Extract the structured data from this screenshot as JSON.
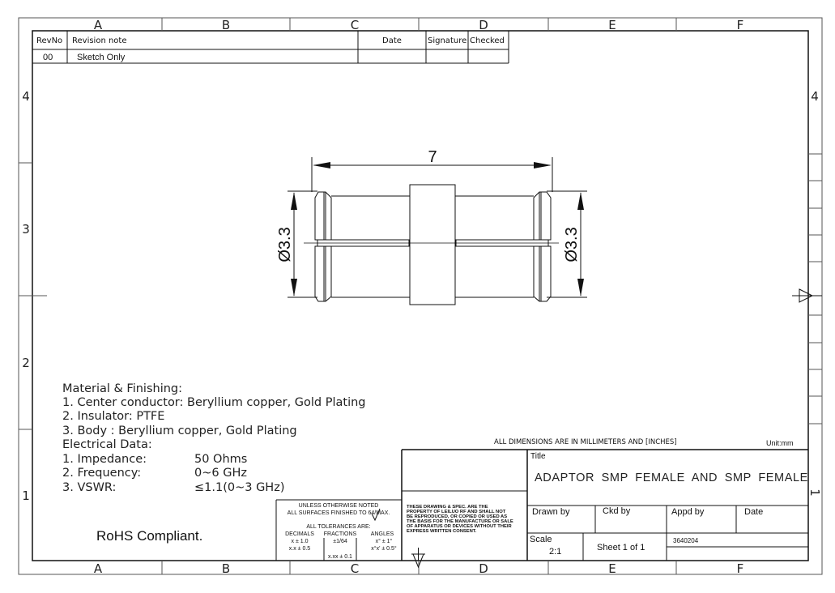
{
  "zones": {
    "columns": [
      "A",
      "B",
      "C",
      "D",
      "E",
      "F"
    ],
    "rows": [
      "4",
      "3",
      "2",
      "1"
    ]
  },
  "revision_table": {
    "headers": [
      "RevNo",
      "Revision note",
      "Date",
      "Signature",
      "Checked"
    ],
    "rows": [
      {
        "rev": "00",
        "note": "Sketch Only",
        "date": "",
        "signature": "",
        "checked": ""
      }
    ]
  },
  "drawing": {
    "length_dim": "7",
    "left_dia_dim": "Ø3.3",
    "right_dia_dim": "Ø3.3"
  },
  "notes": {
    "material_heading": "Material & Finishing:",
    "material_items": [
      "1. Center conductor: Beryllium copper, Gold Plating",
      "2. Insulator: PTFE",
      "3. Body : Beryllium copper, Gold Plating"
    ],
    "electrical_heading": "Electrical Data:",
    "electrical_items": [
      {
        "label": "1. Impedance:",
        "value": "50 Ohms"
      },
      {
        "label": "2. Frequency:",
        "value": "0~6 GHz"
      },
      {
        "label": "3. VSWR:",
        "value": "≤1.1(0~3 GHz)"
      }
    ],
    "rohs": "RoHS Compliant."
  },
  "tolerance_block": {
    "line1": "UNLESS OTHERWISE NOTED",
    "line2": "ALL SURFACES FINISHED TO 64/MAX.",
    "line3": "ALL TOLERANCES ARE:",
    "decimals_label": "DECIMALS",
    "fractions_label": "FRACTIONS",
    "angles_label": "ANGLES",
    "dec1": "x ± 1.0",
    "dec2": "x.x ± 0.5",
    "frac1": "±1/64",
    "xxx": "x.xx ± 0.1",
    "ang1": "x° ± 1°",
    "ang2": "x°x' ± 0.5°"
  },
  "proprietary_notice": [
    "THESE DRAWING & SPEC. ARE THE",
    "PROPERTY OF LEILUO RF AND SHALL NOT",
    "BE REPRODUCED, OR COPIED OR USED AS",
    "THE BASIS FOR THE MANUFACTURE OR SALE",
    "OF APPARATUS OR DEVICES WITHOUT THEIR",
    "EXPRESS WRITTEN CONSENT."
  ],
  "title_block": {
    "dimensions_note": "ALL DIMENSIONS ARE IN MILLIMETERS AND [INCHES]",
    "unit": "Unit:mm",
    "title_label": "Title",
    "title": "ADAPTOR SMP FEMALE AND SMP FEMALE",
    "drawn_by_label": "Drawn by",
    "ckd_by_label": "Ckd by",
    "appd_by_label": "Appd by",
    "date_label": "Date",
    "scale_label": "Scale",
    "scale_value": "2:1",
    "sheet": "Sheet 1 of 1",
    "part_number": "3640204"
  }
}
